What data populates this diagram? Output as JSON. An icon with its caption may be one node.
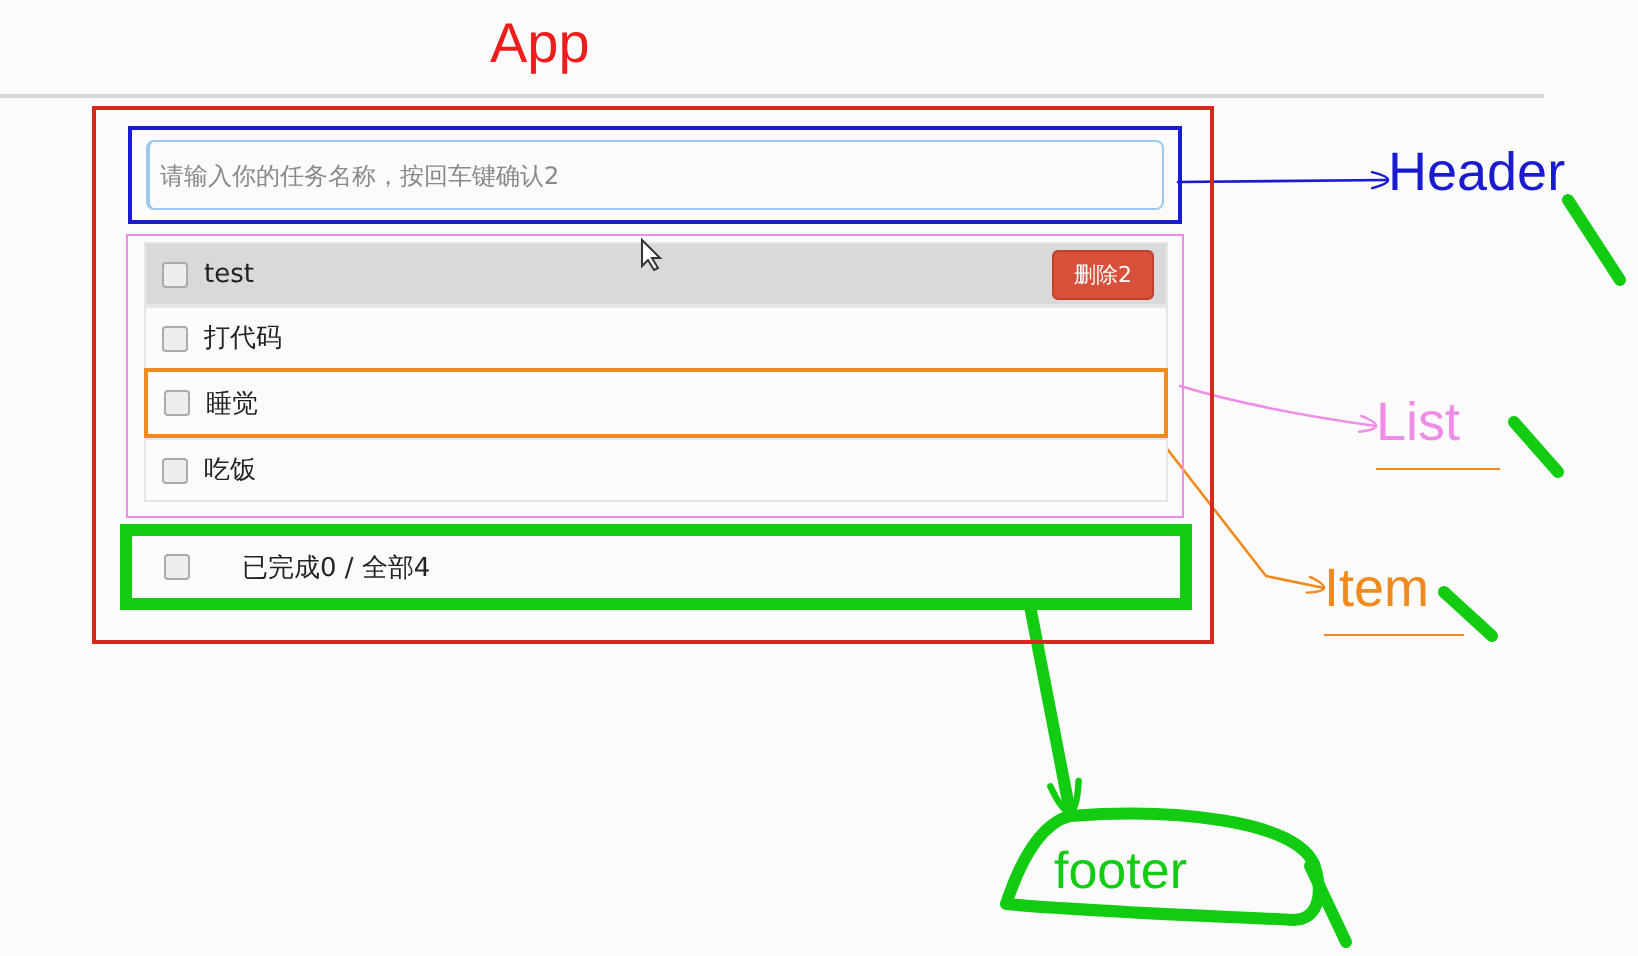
{
  "diagram": {
    "nodes": [
      {
        "text": [
          "App"
        ]
      },
      {
        "text": [
          "请输入你的任务名称，按回车键确认2"
        ],
        "in": 0
      },
      {
        "text": [],
        "shape": "box",
        "in": 0
      },
      {
        "text": [
          "test",
          "删除2"
        ],
        "in": 2
      },
      {
        "text": [
          "打代码"
        ],
        "in": 2
      },
      {
        "text": [
          "睡觉"
        ],
        "in": 2
      },
      {
        "text": [
          "吃饭"
        ],
        "in": 2
      },
      {
        "text": [
          "已完成0 / 全部4"
        ],
        "in": 0
      },
      {
        "text": [
          "Header"
        ]
      },
      {
        "text": [
          "List"
        ]
      },
      {
        "text": [
          "Item"
        ]
      },
      {
        "text": [
          "footer"
        ]
      }
    ],
    "edges": [
      {
        "from": 1,
        "to": 8,
        "arrow": "to",
        "color": "#1a1ad0"
      },
      {
        "from": 2,
        "to": 9,
        "arrow": "to",
        "color": "#f08ce8"
      },
      {
        "from": 5,
        "to": 10,
        "arrow": "to",
        "color": "#f08a1c"
      },
      {
        "from": 7,
        "to": 11,
        "arrow": "to",
        "style": "thick",
        "color": "#11cc11"
      }
    ]
  }
}
